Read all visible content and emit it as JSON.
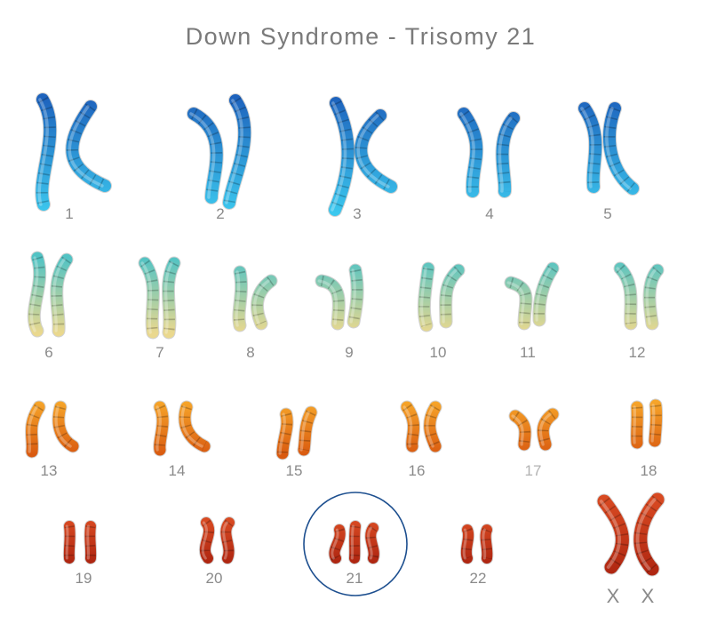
{
  "title": "Down Syndrome - Trisomy 21",
  "colors": {
    "large_top": "#1e63bd",
    "large_bottom": "#3cc8ee",
    "medium_top": "#52c3c4",
    "medium_bottom": "#ead88e",
    "small_top": "#f6a52a",
    "small_bottom": "#d95a10",
    "smallest_top": "#d84a22",
    "smallest_bottom": "#a8200e",
    "highlight_circle": "#1d4f8f"
  },
  "chromosomes": [
    {
      "label": "1",
      "copies": 2,
      "color_group": "large"
    },
    {
      "label": "2",
      "copies": 2,
      "color_group": "large"
    },
    {
      "label": "3",
      "copies": 2,
      "color_group": "large"
    },
    {
      "label": "4",
      "copies": 2,
      "color_group": "large"
    },
    {
      "label": "5",
      "copies": 2,
      "color_group": "large"
    },
    {
      "label": "6",
      "copies": 2,
      "color_group": "medium"
    },
    {
      "label": "7",
      "copies": 2,
      "color_group": "medium"
    },
    {
      "label": "8",
      "copies": 2,
      "color_group": "medium"
    },
    {
      "label": "9",
      "copies": 2,
      "color_group": "medium"
    },
    {
      "label": "10",
      "copies": 2,
      "color_group": "medium"
    },
    {
      "label": "11",
      "copies": 2,
      "color_group": "medium"
    },
    {
      "label": "12",
      "copies": 2,
      "color_group": "medium"
    },
    {
      "label": "13",
      "copies": 2,
      "color_group": "small"
    },
    {
      "label": "14",
      "copies": 2,
      "color_group": "small"
    },
    {
      "label": "15",
      "copies": 2,
      "color_group": "small"
    },
    {
      "label": "16",
      "copies": 2,
      "color_group": "small"
    },
    {
      "label": "17",
      "copies": 2,
      "color_group": "small"
    },
    {
      "label": "18",
      "copies": 2,
      "color_group": "small"
    },
    {
      "label": "19",
      "copies": 2,
      "color_group": "smallest"
    },
    {
      "label": "20",
      "copies": 2,
      "color_group": "smallest"
    },
    {
      "label": "21",
      "copies": 3,
      "color_group": "smallest",
      "highlighted": true
    },
    {
      "label": "22",
      "copies": 2,
      "color_group": "smallest"
    }
  ],
  "sex_chromosomes": {
    "labels": [
      "X",
      "X"
    ],
    "copies": 2,
    "color_group": "smallest"
  }
}
